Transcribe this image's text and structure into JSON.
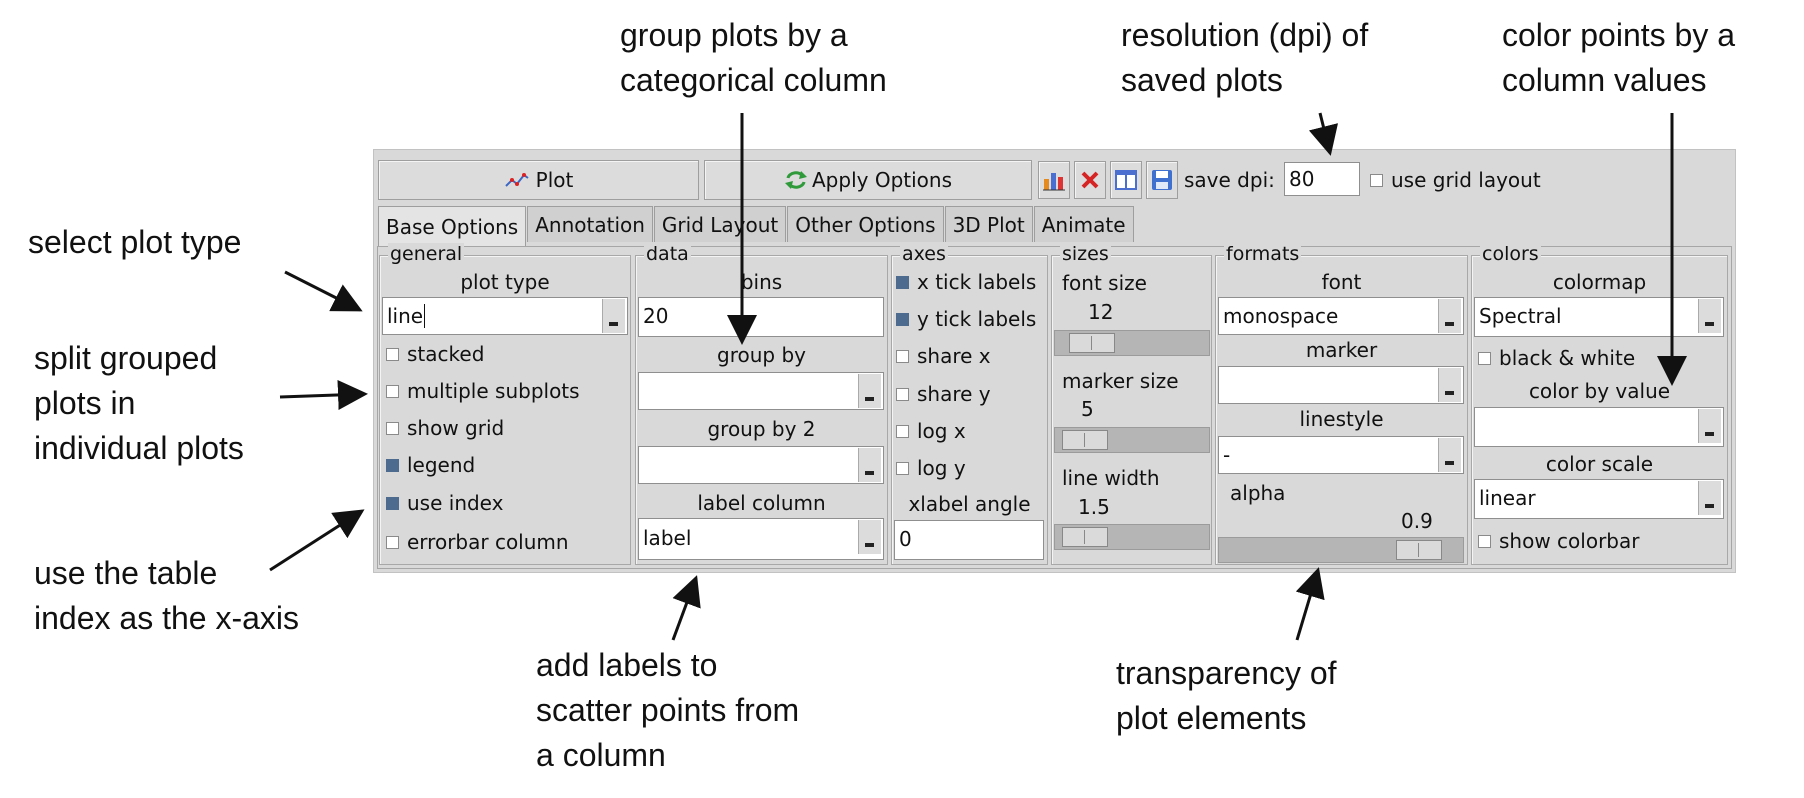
{
  "annotations": {
    "group_plots": "group plots by a\ncategorical column",
    "resolution": "resolution (dpi) of\nsaved plots",
    "color_points": "color points by a\ncolumn values",
    "select_plot_type": "select plot type",
    "split_grouped": "split grouped\nplots in\nindividual plots",
    "use_table_index": "use the table\nindex as the x-axis",
    "add_labels": "add labels to\nscatter points from\na column",
    "transparency": "transparency of\nplot elements"
  },
  "toolbar": {
    "plot_label": "Plot",
    "apply_label": "Apply Options",
    "save_dpi_label": "save dpi:",
    "save_dpi_value": "80",
    "grid_layout_label": "use grid layout",
    "icons": [
      "bar-chart-icon",
      "close-icon",
      "split-layout-icon",
      "save-icon"
    ]
  },
  "tabs": [
    "Base Options",
    "Annotation",
    "Grid Layout",
    "Other Options",
    "3D Plot",
    "Animate"
  ],
  "general": {
    "title": "general",
    "plot_type_label": "plot type",
    "plot_type_value": "line",
    "checks": [
      {
        "label": "stacked",
        "checked": false
      },
      {
        "label": "multiple subplots",
        "checked": false
      },
      {
        "label": "show grid",
        "checked": false
      },
      {
        "label": "legend",
        "checked": true
      },
      {
        "label": "use index",
        "checked": true
      },
      {
        "label": "errorbar column",
        "checked": false
      }
    ]
  },
  "data": {
    "title": "data",
    "bins_label": "bins",
    "bins_value": "20",
    "group_by_label": "group by",
    "group_by_value": "",
    "group_by2_label": "group by 2",
    "group_by2_value": "",
    "label_column_label": "label column",
    "label_column_value": "label"
  },
  "axes": {
    "title": "axes",
    "checks": [
      {
        "label": "x tick labels",
        "checked": true
      },
      {
        "label": "y tick labels",
        "checked": true
      },
      {
        "label": "share x",
        "checked": false
      },
      {
        "label": "share y",
        "checked": false
      },
      {
        "label": "log x",
        "checked": false
      },
      {
        "label": "log y",
        "checked": false
      }
    ],
    "xlabel_angle_label": "xlabel angle",
    "xlabel_angle_value": "0"
  },
  "sizes": {
    "title": "sizes",
    "font_size_label": "font size",
    "font_size_value": "12",
    "marker_size_label": "marker size",
    "marker_size_value": "5",
    "line_width_label": "line width",
    "line_width_value": "1.5",
    "font_size_level": 0.12,
    "marker_size_level": 0.05,
    "line_width_level": 0.05
  },
  "formats": {
    "title": "formats",
    "font_label": "font",
    "font_value": "monospace",
    "marker_label": "marker",
    "marker_value": "",
    "linestyle_label": "linestyle",
    "linestyle_value": "-",
    "alpha_label": "alpha",
    "alpha_value": "0.9",
    "alpha_level": 0.9
  },
  "colors": {
    "title": "colors",
    "colormap_label": "colormap",
    "colormap_value": "Spectral",
    "bw_label": "black & white",
    "bw_checked": false,
    "color_by_value_label": "color by value",
    "color_by_value_value": "",
    "color_scale_label": "color scale",
    "color_scale_value": "linear",
    "show_colorbar_label": "show colorbar",
    "show_colorbar_checked": false
  }
}
